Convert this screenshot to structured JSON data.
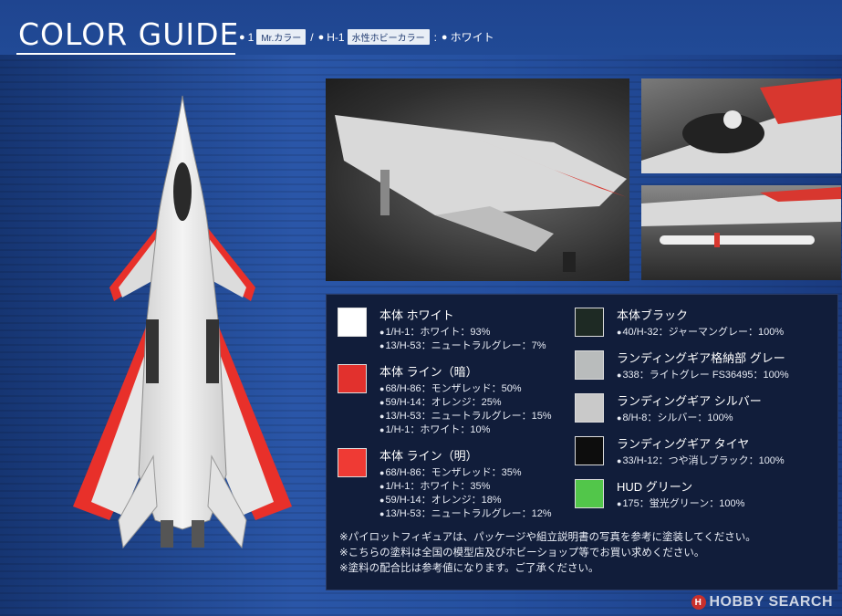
{
  "header": {
    "title": "COLOR GUIDE",
    "legend": {
      "item1_num": "1",
      "item1_tag": "Mr.カラー",
      "sep1": "/",
      "item2_num": "H-1",
      "item2_tag": "水性ホビーカラー",
      "sep2": ":",
      "item3_label": "ホワイト"
    }
  },
  "entries_left": [
    {
      "name": "本体 ホワイト",
      "color": "#ffffff",
      "mix": [
        "1/H-1：ホワイト：93%",
        "13/H-53：ニュートラルグレー：7%"
      ]
    },
    {
      "name": "本体 ライン（暗）",
      "color": "#e2312d",
      "mix": [
        "68/H-86：モンザレッド：50%",
        "59/H-14：オレンジ：25%",
        "13/H-53：ニュートラルグレー：15%",
        "1/H-1：ホワイト：10%"
      ]
    },
    {
      "name": "本体 ライン（明）",
      "color": "#ef3a34",
      "mix": [
        "68/H-86：モンザレッド：35%",
        "1/H-1：ホワイト：35%",
        "59/H-14：オレンジ：18%",
        "13/H-53：ニュートラルグレー：12%"
      ]
    }
  ],
  "entries_right": [
    {
      "name": "本体ブラック",
      "color": "#1e2a24",
      "mix": [
        "40/H-32：ジャーマングレー：100%"
      ]
    },
    {
      "name": "ランディングギア格納部 グレー",
      "color": "#b9bcbc",
      "mix": [
        "338：ライトグレー FS36495：100%"
      ]
    },
    {
      "name": "ランディングギア シルバー",
      "color": "#c9c9c9",
      "mix": [
        "8/H-8：シルバー：100%"
      ]
    },
    {
      "name": "ランディングギア タイヤ",
      "color": "#0d0d0d",
      "mix": [
        "33/H-12：つや消しブラック：100%"
      ]
    },
    {
      "name": "HUD グリーン",
      "color": "#52c64a",
      "mix": [
        "175：蛍光グリーン：100%"
      ]
    }
  ],
  "notes": [
    "※パイロットフィギュアは、パッケージや組立説明書の写真を参考に塗装してください。",
    "※こちらの塗料は全国の模型店及びホビーショップ等でお買い求めください。",
    "※塗料の配合比は参考値になります。ご了承ください。"
  ],
  "watermark": {
    "logo": "H",
    "text": "HOBBY SEARCH"
  },
  "icons": {
    "jet": "jet-silhouette-icon",
    "bullet": "bullet-dot-icon"
  }
}
